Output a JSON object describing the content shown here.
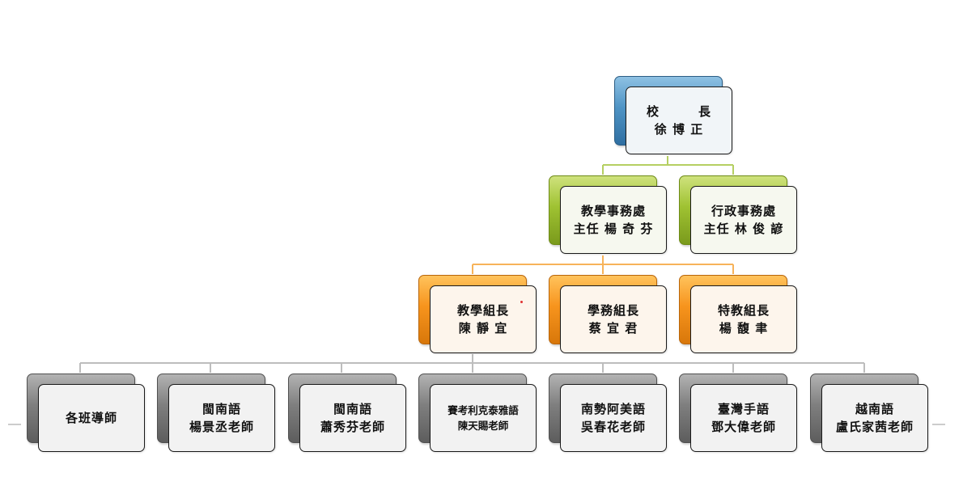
{
  "org": {
    "principal": {
      "line1": "校　　　長",
      "line2": "徐 博 正"
    },
    "academic_affairs": {
      "line1": "教學事務處",
      "line2": "主任 楊 奇 芬"
    },
    "administration": {
      "line1": "行政事務處",
      "line2": "主任 林 俊 諺"
    },
    "teaching_leader": {
      "line1": "教學組長",
      "line2": "陳 靜 宜"
    },
    "registry_leader": {
      "line1": "學務組長",
      "line2": "蔡 宜 君"
    },
    "special_ed_leader": {
      "line1": "特教組長",
      "line2": "楊 馥 聿"
    },
    "teachers": [
      {
        "line1": "各班導師",
        "line2": ""
      },
      {
        "line1": "閩南語",
        "line2": "楊景丞老師"
      },
      {
        "line1": "閩南語",
        "line2": "蕭秀芬老師"
      },
      {
        "line1": "賽考利克泰雅語",
        "line2": "陳天賜老師"
      },
      {
        "line1": "南勢阿美語",
        "line2": "吳春花老師"
      },
      {
        "line1": "臺灣手語",
        "line2": "鄧大偉老師"
      },
      {
        "line1": "越南語",
        "line2": "盧氏家茜老師"
      }
    ]
  },
  "colors": {
    "principal": "#4f94c5",
    "offices": "#9fc232",
    "leaders": "#f7941d",
    "teachers": "#7f7f7f",
    "connector_green": "#b5cf62",
    "connector_orange": "#f7b35a",
    "connector_gray": "#bdbdbd"
  }
}
